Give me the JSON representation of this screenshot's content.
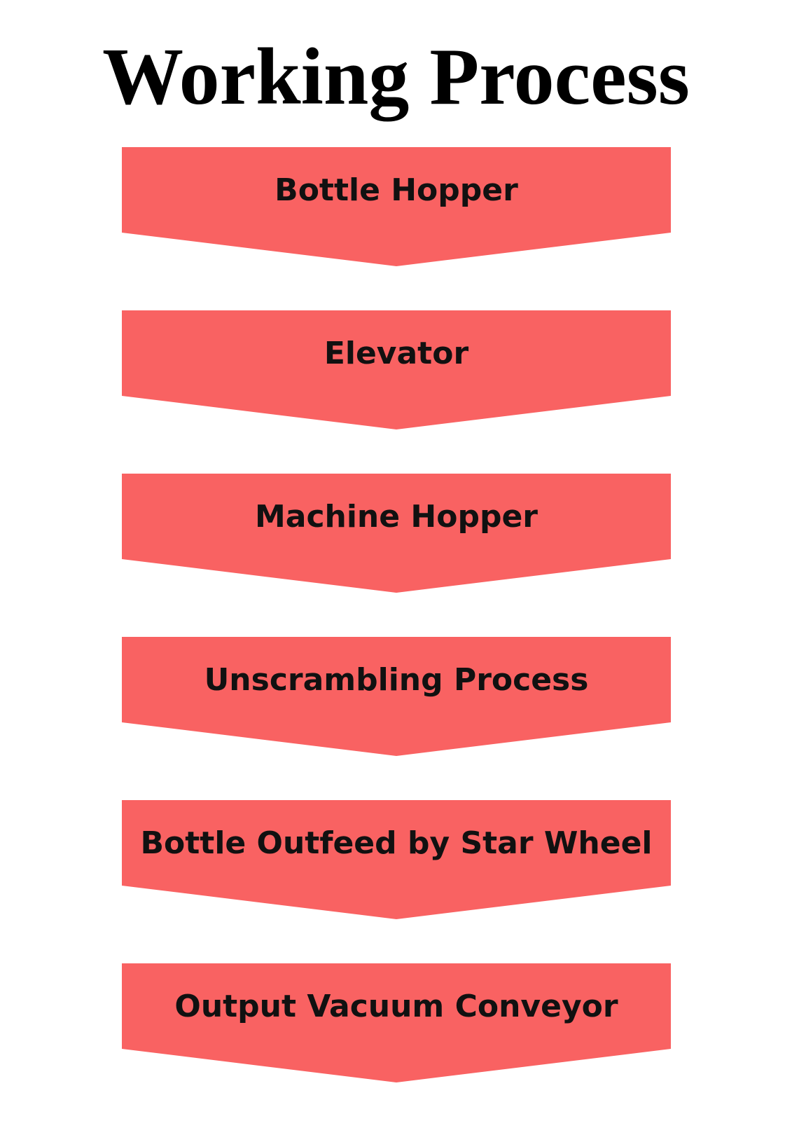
{
  "title": "Working Process",
  "colors": {
    "step_fill": "#f96262",
    "text": "#111111",
    "background": "#ffffff"
  },
  "steps": [
    {
      "label": "Bottle Hopper"
    },
    {
      "label": "Elevator"
    },
    {
      "label": "Machine Hopper"
    },
    {
      "label": "Unscrambling Process"
    },
    {
      "label": "Bottle Outfeed by Star Wheel"
    },
    {
      "label": "Output Vacuum Conveyor"
    }
  ]
}
